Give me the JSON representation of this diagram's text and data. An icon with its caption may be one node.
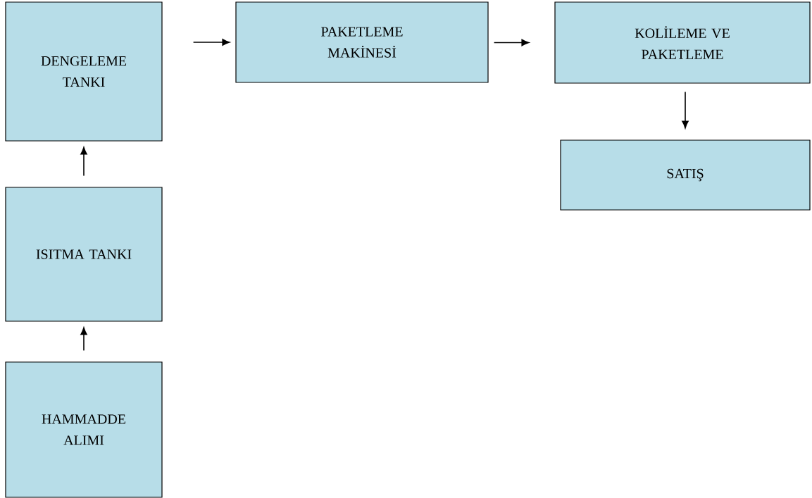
{
  "diagram": {
    "nodes": [
      {
        "text": [
          "DENGELEME TANKI"
        ]
      },
      {
        "text": [
          "ISITMA TANKI"
        ]
      },
      {
        "text": [
          "HAMMADDE ALIMI"
        ]
      },
      {
        "text": [
          "PAKETLEME MAKİNESİ"
        ]
      },
      {
        "text": [
          "KOLİLEME VE PAKETLEME"
        ]
      },
      {
        "text": [
          "SATIŞ"
        ]
      }
    ],
    "edges": [
      {
        "from": 2,
        "to": 1,
        "arrow": "to"
      },
      {
        "from": 1,
        "to": 0,
        "arrow": "to"
      },
      {
        "from": 0,
        "to": 3,
        "arrow": "to"
      },
      {
        "from": 3,
        "to": 4,
        "arrow": "to"
      },
      {
        "from": 4,
        "to": 5,
        "arrow": "to"
      }
    ]
  }
}
